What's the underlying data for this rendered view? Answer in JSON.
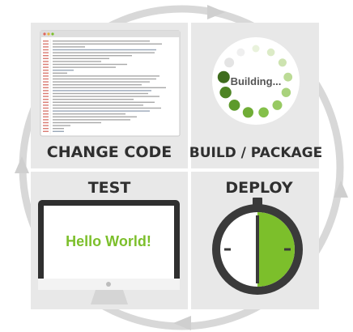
{
  "quadrants": {
    "change_code": {
      "label": "CHANGE CODE"
    },
    "build_package": {
      "label": "BUILD / PACKAGE",
      "status_text": "Building..."
    },
    "test": {
      "label": "TEST",
      "screen_text": "Hello World!"
    },
    "deploy": {
      "label": "DEPLOY"
    }
  },
  "colors": {
    "ring": "#d5d5d5",
    "quadrant_bg": "#e9e9e9",
    "label": "#2f2f2f",
    "accent_green": "#7cbf2b",
    "dark": "#3a3a3a"
  }
}
